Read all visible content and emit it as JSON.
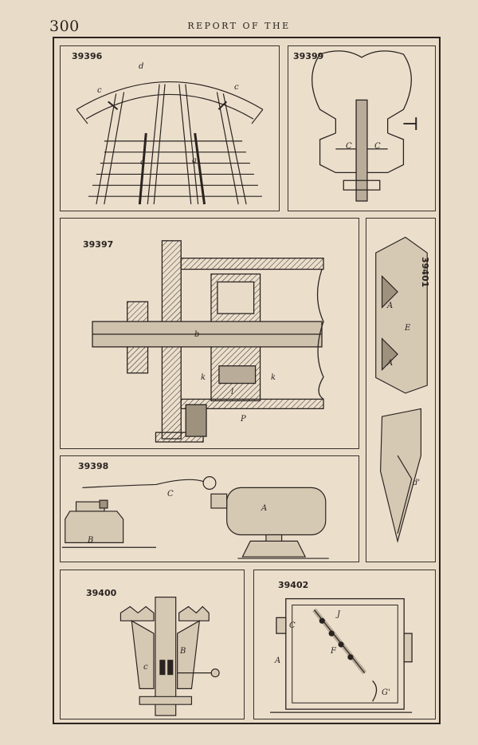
{
  "header": {
    "page_number": "300",
    "running_head": "REPORT OF THE"
  },
  "figures": {
    "f39396": {
      "number": "39396",
      "labels": {
        "d": "d",
        "c1": "c",
        "c2": "c",
        "a1": "a",
        "a2": "a"
      }
    },
    "f39399": {
      "number": "39399",
      "labels": {
        "c1": "C",
        "c2": "C"
      }
    },
    "f39397": {
      "number": "39397",
      "labels": {
        "b": "b",
        "k1": "k",
        "k2": "k",
        "l": "l",
        "p": "P"
      }
    },
    "f39401": {
      "number": "39401",
      "labels": {
        "a1": "A",
        "a2": "A",
        "e": "E",
        "d": "d'"
      }
    },
    "f39398": {
      "number": "39398",
      "labels": {
        "c": "C",
        "a": "A",
        "b": "B"
      }
    },
    "f39400": {
      "number": "39400",
      "labels": {
        "b": "B",
        "c": "c"
      }
    },
    "f39402": {
      "number": "39402",
      "labels": {
        "j": "J",
        "c": "C",
        "f": "F",
        "a": "A",
        "g": "G'"
      }
    }
  }
}
